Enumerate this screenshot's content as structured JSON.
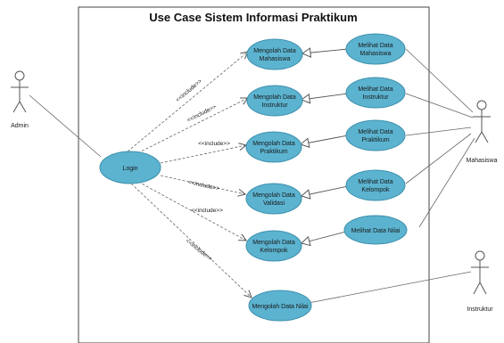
{
  "diagram": {
    "title": "Use Case Sistem Informasi Praktikum",
    "include_label": "<<include>>",
    "actors": {
      "admin": "Admin",
      "mahasiswa": "Mahasiswa",
      "instruktur": "Instruktur"
    },
    "use_cases": {
      "login": "Login",
      "mengolah_mahasiswa": [
        "Mengolah Data",
        "Mahasiswa"
      ],
      "mengolah_instruktur": [
        "Mengolah Data",
        "Instruktur"
      ],
      "mengolah_praktikum": [
        "Mengolah Data",
        "Praktikum"
      ],
      "mengolah_validasi": [
        "Mengolah Data",
        "Validasi"
      ],
      "mengolah_kelompok": [
        "Mengolah Data",
        "Kelompok"
      ],
      "mengolah_nilai": "Mengolah Data Nilai",
      "melihat_mahasiswa": [
        "Melihat Data",
        "Mahasiswa"
      ],
      "melihat_instruktur": [
        "Melihat Data",
        "Instruktur"
      ],
      "melihat_praktikum": [
        "Melihat Data",
        "Praktikum"
      ],
      "melihat_kelompok": [
        "Melihat Data",
        "Kelompok"
      ],
      "melihat_nilai": "Melihat Data Nilai"
    },
    "colors": {
      "usecase_fill": "#5bb3d0",
      "usecase_stroke": "#3d8fab",
      "line": "#555555"
    }
  }
}
